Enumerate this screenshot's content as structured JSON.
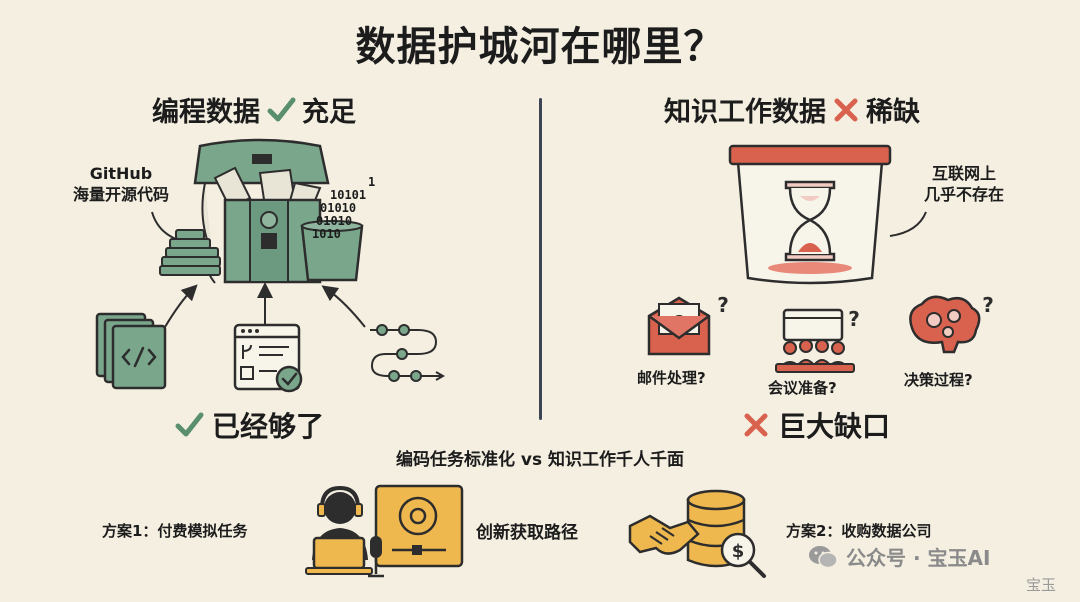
{
  "title": "数据护城河在哪里？",
  "left": {
    "heading": "编程数据",
    "heading_status": "充足",
    "source_line1": "GitHub",
    "source_line2": "海量开源代码",
    "binary": [
      "1",
      "10101",
      "01010",
      "01010",
      "1010"
    ],
    "conclusion": "已经够了",
    "colors": {
      "green": "#7aa68c",
      "dark": "#2d2d2d"
    }
  },
  "right": {
    "heading": "知识工作数据",
    "heading_status": "稀缺",
    "note_line1": "互联网上",
    "note_line2": "几乎不存在",
    "examples": [
      "邮件处理?",
      "会议准备?",
      "决策过程?"
    ],
    "conclusion": "巨大缺口",
    "colors": {
      "red": "#d9624f"
    }
  },
  "contrast": "编码任务标准化 vs 知识工作千人千面",
  "bottom": {
    "plan1": "方案1：付费模拟任务",
    "middle": "创新获取路径",
    "plan2": "方案2：收购数据公司",
    "colors": {
      "yellow": "#efb84e"
    }
  },
  "watermark": {
    "text": "公众号 · 宝玉AI",
    "corner": "宝玉"
  }
}
